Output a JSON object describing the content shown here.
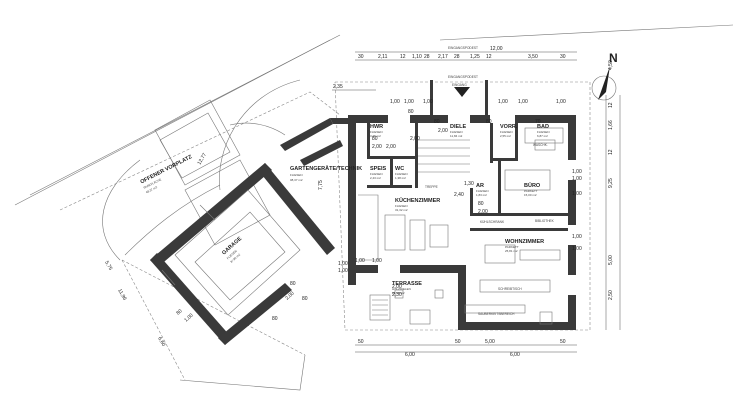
{
  "north_label": "N",
  "rooms": {
    "offener_vorplatz": {
      "name": "OFFENER VORPLATZ",
      "sub": "PARKFLÄCHE",
      "area": "48,37 m2"
    },
    "garage": {
      "name": "GARAGE",
      "sub": "FLIESEN",
      "area": "37,80 m2"
    },
    "gartengeraete": {
      "name": "GARTENGERÄTE/TECHNIK",
      "sub": "FLIESEN",
      "area": "08,37 m2"
    },
    "hwr": {
      "name": "HWR",
      "sub": "FLIESEN",
      "area": "3,25 m2"
    },
    "diele": {
      "name": "DIELE",
      "sub": "FLIESEN",
      "area": "11,84 m2"
    },
    "vorr": {
      "name": "VORR.",
      "sub": "FLIESEN",
      "area": "2,55 m2"
    },
    "bad": {
      "name": "BAD",
      "sub": "FLIESEN",
      "area": "6,87 m2"
    },
    "speis": {
      "name": "SPEIS",
      "sub": "FLIESEN",
      "area": "2,43 m2"
    },
    "wc": {
      "name": "WC",
      "sub": "FLIESEN",
      "area": "1,38 m2"
    },
    "ar": {
      "name": "AR",
      "sub": "FLIESEN",
      "area": "1,83 m2"
    },
    "buero": {
      "name": "BÜRO",
      "sub": "PARKETT",
      "area": "15,00 m2"
    },
    "kuechenzimmer": {
      "name": "KÜCHENZIMMER",
      "sub": "FLIESEN",
      "area": "31,32 m2"
    },
    "wohnzimmer": {
      "name": "WOHNZIMMER",
      "sub": "PARKETT",
      "area": "25,81 m2"
    },
    "terrasse": {
      "name": "TERRASSE",
      "sub": "HOLZDIELEN",
      "area": "23,69 m2"
    }
  },
  "labels": {
    "eingang": "EINGANG",
    "eingangspodest": "EINGANGSPODEST",
    "eingangspodest2": "EINGANGSPODEST",
    "sauberkeitsbereich": "SAUBERKEITSBEREICH",
    "schreibtisch": "SCHREIBTISCH",
    "bibliothek": "BIBLIOTHEK",
    "treppe": "TREPPE",
    "kuehl": "KÜHLSCHRANK",
    "waschk": "WASCHK."
  },
  "dims": {
    "top_total": "12,00",
    "top_row": [
      "30",
      "2,11",
      "12",
      "1,10",
      "28",
      "2,17",
      "28",
      "1,25",
      "12",
      "3,50",
      "30"
    ],
    "top_row2_left": "2,35",
    "right_col": [
      "4,50",
      "12",
      "1,66",
      "12",
      "9,25",
      "5,00",
      "2,50"
    ],
    "bottom_row": [
      "50",
      "50",
      "5,00",
      "50"
    ],
    "bottom_total": [
      "6,00",
      "6,00"
    ],
    "garage_left": [
      "5,75",
      "11,96"
    ],
    "garage_bottom": "6,60",
    "vorplatz_top": "12,77",
    "technik_side": "7,75",
    "room_labels": [
      "1,00",
      "2,00",
      "80",
      "2,00",
      "1,00",
      "1,00",
      "2,00",
      "80",
      "80",
      "2,00",
      "80",
      "70",
      "1,00",
      "1,00",
      "1,00",
      "1,00",
      "1,30",
      "2,40",
      "80",
      "2,00",
      "1,00",
      "1,00",
      "1,00",
      "1,00",
      "2,00",
      "2,30",
      "1,00",
      "1,00",
      "1,00",
      "1,00",
      "80",
      "80",
      "80",
      "2,00",
      "80",
      "1,00"
    ]
  }
}
